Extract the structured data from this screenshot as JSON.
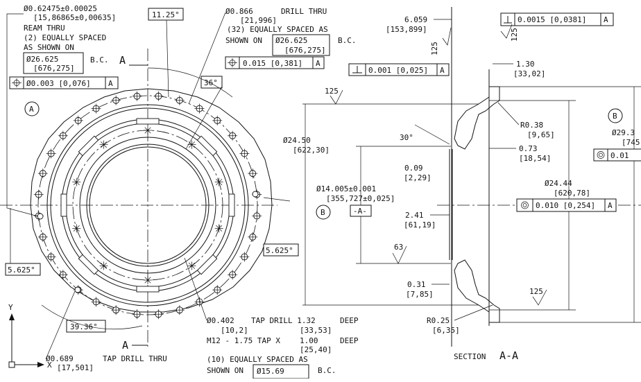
{
  "drawing": {
    "left_callouts": {
      "ream_tol": "Ø0.62475±0.00025",
      "ream_metric": "[15,86865±0,00635]",
      "ream_thru": "REAM THRU",
      "equally_spaced": "(2) EQUALLY SPACED",
      "as_shown_on": "AS SHOWN ON",
      "bc_dia": "Ø26.625",
      "bc_metric": "[676,275]",
      "bc": "B.C.",
      "section_mark_top": "A",
      "fcf_tol": "Ø0.003 [0,076]",
      "fcf_datum": "A",
      "view_label": "A"
    },
    "top_angle": "11.25°",
    "drill": {
      "dia": "Ø0.866",
      "drill_thru": "DRILL THRU",
      "metric": "[21,996]",
      "count": "(32) EQUALLY SPACED AS",
      "shown_on": "SHOWN ON",
      "bc_dia": "Ø26.625",
      "bc": "B.C.",
      "bc_metric": "[676,275]",
      "fcf_tol": "0.015 [0,381]",
      "fcf_datum": "A"
    },
    "angle_36": "36°",
    "angle_5625_right": "5.625°",
    "angle_5625_left": "5.625°",
    "angle_3936": "39.36°",
    "section_mark_bottom": "A",
    "tap": {
      "dia": "Ø0.402",
      "tap_drill": "TAP DRILL 1.32",
      "deep1": "DEEP",
      "metric1": "[10,2]",
      "metric1b": "[33,53]",
      "thread": "M12 - 1.75 TAP X",
      "depth": "1.00",
      "deep2": "DEEP",
      "metric2": "[25,40]",
      "count": "(10) EQUALLY SPACED AS",
      "shown_on": "SHOWN ON",
      "bc_dia": "Ø15.69",
      "bc": "B.C."
    },
    "bottom_left": {
      "dia": "Ø0.689",
      "tap_drill_thru": "TAP DRILL THRU",
      "metric": "[17,501]"
    },
    "axis": {
      "y": "Y",
      "x": "X"
    },
    "section": {
      "dim_6059": "6.059",
      "dim_6059_metric": "[153,899]",
      "fcf_perp1": "0.0015 [0,0381]",
      "fcf_perp1_datum": "A",
      "finish_125_a": "125",
      "finish_125_b": "125",
      "fcf_perp2": "0.001 [0,025]",
      "fcf_perp2_datum": "A",
      "dim_130": "1.30",
      "dim_130_metric": "[33,02]",
      "finish_125_c": "125",
      "dia_2450": "Ø24.50",
      "dia_2450_metric": "[622,30]",
      "angle_30": "30°",
      "r038": "R0.38",
      "r038_metric": "[9,65]",
      "dim_073": "0.73",
      "dim_073_metric": "[18,54]",
      "dim_009": "0.09",
      "dim_009_metric": "[2,29]",
      "dia_14005": "Ø14.005±0.001",
      "dia_14005_metric": "[355,727±0,025]",
      "datum_b": "B",
      "datum_a": "-A-",
      "dim_241": "2.41",
      "dim_241_metric": "[61,19]",
      "dia_2444": "Ø24.44",
      "dia_2444_metric": "[620,78]",
      "fcf_conc": "0.010 [0,254]",
      "fcf_conc_datum": "A",
      "finish_63": "63",
      "dim_031": "0.31",
      "dim_031_metric": "[7,85]",
      "finish_125_d": "125",
      "r025": "R0.25",
      "r025_metric": "[6,35]",
      "title": "SECTION",
      "title_mark": "A-A",
      "datum_b_right": "B",
      "dia_293": "Ø29.3",
      "dia_293_metric": "[745",
      "fcf_right": "0.01"
    }
  }
}
